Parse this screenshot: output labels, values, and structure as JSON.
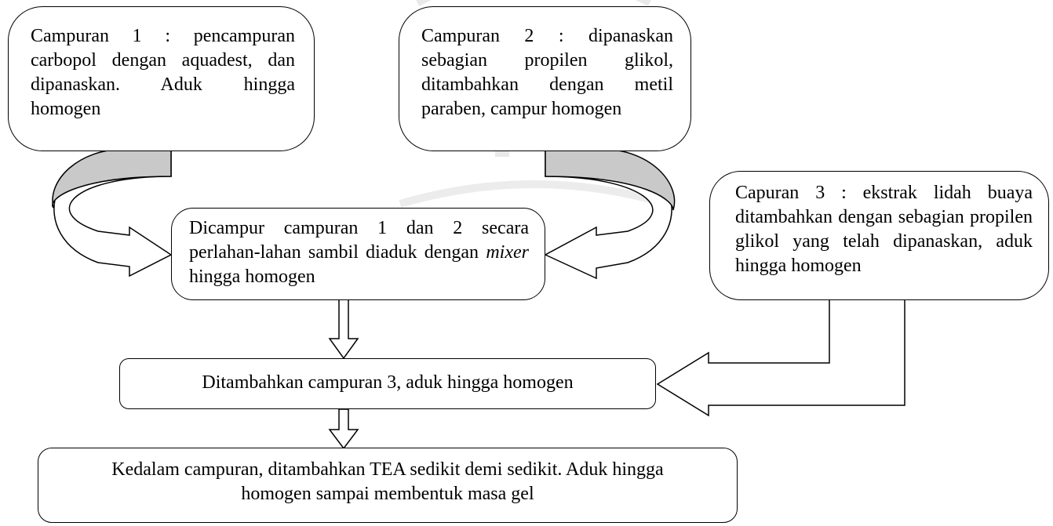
{
  "boxes": {
    "mix1": "Campuran 1 : pencampuran carbopol dengan aquadest, dan dipanaskan. Aduk hingga homogen",
    "mix2": "Campuran 2 : dipanaskan sebagian propilen glikol, ditambahkan dengan metil paraben, campur homogen",
    "mix3": "Capuran 3 : ekstrak lidah buaya ditambahkan dengan sebagian propilen glikol yang telah dipanaskan, aduk hingga homogen",
    "combine_before": "Dicampur campuran 1 dan 2 secara perlahan-lahan sambil diaduk dengan ",
    "combine_mixer": "mixer",
    "combine_after": " hingga homogen",
    "add3": "Ditambahkan campuran 3, aduk hingga homogen",
    "final_line1": "Kedalam campuran, ditambahkan TEA sedikit demi sedikit. Aduk hingga",
    "final_line2": "homogen sampai membentuk masa gel"
  },
  "colors": {
    "border": "#000000",
    "arrow_fill": "#c9c9c9",
    "watermark": "#e9e9e9"
  }
}
